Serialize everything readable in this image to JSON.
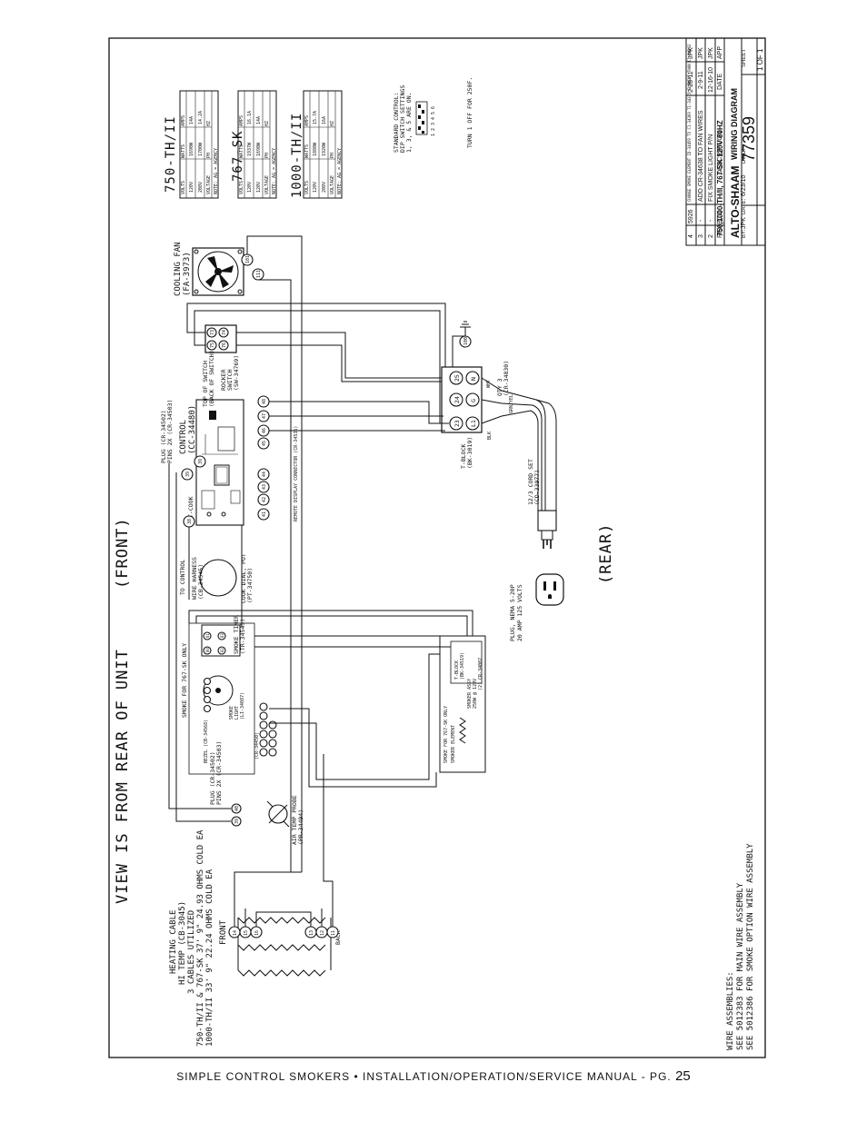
{
  "view_title": "VIEW IS FROM REAR OF UNIT",
  "front_label": "(FRONT)",
  "rear_label": "(REAR)",
  "heating_cable": {
    "lines": [
      "HEATING CABLE",
      "HI TEMP (CB-3045)",
      "3 CABLES UTILIZED",
      "750-TH/II & 767-SK 37' 9\" 24.93 OHMS COLD EA",
      "1000-TH/II 33' 9\" 22.24 OHMS COLD EA"
    ],
    "front": "FRONT",
    "back": "BACK",
    "front_terminals": [
      "14",
      "15",
      "16"
    ],
    "back_terminals": [
      "13",
      "12",
      "11"
    ]
  },
  "cooling_fan": {
    "lines": [
      "COOLING FAN",
      "(FA-3973)"
    ],
    "terminals": [
      "101",
      "111"
    ]
  },
  "ground_terminal": "100",
  "control": {
    "lines": [
      "CONTROL",
      "(CC-34480)"
    ],
    "plug_lines": [
      "PLUG (CR-34502)",
      "PINS 2X (CR-34503)"
    ],
    "terminals_top": [
      "39",
      "39"
    ],
    "terminals_side": [
      "38"
    ],
    "terminals_lower": [
      "41",
      "42",
      "43",
      "44"
    ],
    "terminals_right": [
      "45",
      "46",
      "47",
      "48"
    ],
    "cook_probe_label": "T-COOK",
    "remote_label": "REMOTE DISPLAY CONNECTOR (CR-34535)"
  },
  "rocker_switch": {
    "top_lines": [
      "TOP OF SWITCH",
      "(BACK OF SWITCH)"
    ],
    "lines": [
      "ROCKER",
      "SWITCH",
      "(SW-34769)"
    ],
    "terminals": [
      "73",
      "74",
      "75",
      "76"
    ]
  },
  "t_block": {
    "lines": [
      "T-BLOCK",
      "(BK-3019)"
    ],
    "terminals": [
      "23",
      "24",
      "25"
    ],
    "letters": [
      "L1",
      "G",
      "N"
    ],
    "qty_lines": [
      "QTY 3",
      "(CR-34830)"
    ],
    "wht": "WHT",
    "grn": "GRN/YEL",
    "blk": "BLK"
  },
  "cord_set": {
    "lines": [
      "12/3 CORD SET",
      "(CD-33977)"
    ]
  },
  "plug": {
    "lines": [
      "PLUG, NEMA 5-20P",
      "20 AMP 125 VOLTS"
    ]
  },
  "wire_harness": {
    "lines": [
      "WIRE HARNESS",
      "(CB-34545)"
    ],
    "to_control": "TO CONTROL"
  },
  "cook_dial": {
    "lines": [
      "COOK DIAL, POT",
      "(PT-34750)"
    ]
  },
  "smoke_timer": {
    "header": "SMOKE FOR 767-SK ONLY",
    "timer_lines": [
      "SMOKE TIMER",
      "(TR-34545)"
    ],
    "terminals": [
      "80",
      "81",
      "82",
      "83"
    ],
    "light_lines": [
      "SMOKE",
      "LIGHT",
      "(LI-34087)"
    ],
    "bezel_lines": [
      "BEZEL (CB-34568)"
    ],
    "plug_lines": [
      "(CR-34450)"
    ]
  },
  "smoker_heater": {
    "header": "SMOKE FOR 767-SK ONLY",
    "lines": [
      "SMOKER ELEMENT",
      "SMOKER ASSY",
      "250W @ 120V"
    ],
    "tblock": [
      "T-BLOCK",
      "(BK-34519)"
    ],
    "conn": "(2) CR-34007"
  },
  "air_probe": {
    "plug_lines": [
      "PLUG (CR-34502)",
      "PINS 2X (CR-34503)"
    ],
    "terminals": [
      "39",
      "40"
    ],
    "lines": [
      "AIR TEMP PROBE",
      "(PR-34494)"
    ]
  },
  "dip": {
    "lines": [
      "STANDARD CONTROL:",
      "DIP SWITCH SETTINGS",
      "1, 3, & 5 ARE ON."
    ],
    "note": "TURN 1 OFF FOR 250F.",
    "nums": [
      "1",
      "2",
      "3",
      "4",
      "5",
      "6"
    ]
  },
  "spec_tables": [
    {
      "title": "750-TH/II",
      "headers": [
        "VOLTS",
        "WATTS",
        "AMPS"
      ],
      "rows": [
        [
          "120V",
          "1690W",
          "14A"
        ],
        [
          "208V",
          "1700W",
          "14.2A"
        ]
      ],
      "note": "NOTE: AG = AGENCY",
      "foot": [
        "VOLTAGE",
        "PH",
        "HZ"
      ]
    },
    {
      "title": "767-SK",
      "headers": [
        "VOLTS",
        "WATTS",
        "AMPS"
      ],
      "rows": [
        [
          "120V",
          "1937W",
          "16.1A"
        ],
        [
          "120V",
          "1690W",
          "14A"
        ]
      ],
      "note": "NOTE: AG = AGENCY",
      "foot": [
        "VOLTAGE",
        "PH",
        "HZ"
      ]
    },
    {
      "title": "1000-TH/II",
      "headers": [
        "VOLTS",
        "WATTS",
        "AMPS"
      ],
      "rows": [
        [
          "120V",
          "1880W",
          "15.7A"
        ],
        [
          "208V",
          "1920W",
          "16A"
        ]
      ],
      "note": "NOTE: AG = AGENCY",
      "foot": [
        "VOLTAGE",
        "PH",
        "HZ"
      ]
    }
  ],
  "wire_assemblies": {
    "heading": "WIRE ASSEMBLIES:",
    "lines": [
      "SEE 5012383 FOR MAIN WIRE ASSEMBLY",
      "SEE 5012386 FOR SMOKE OPTION WIRE ASSEMBLY"
    ]
  },
  "title_block": {
    "revisions": [
      {
        "rev": "4",
        "eco": "5926",
        "desc": "CHANGE SMOKE ELEMENT ID-34459 TO C1-34369 T1-34315 ELEMENT THAN C1-34302",
        "date": "2-28-11",
        "app": "JPK"
      },
      {
        "rev": "3",
        "eco": "-",
        "desc": "ADD CR-34638 TO FAN WIRES",
        "date": "2-9-11",
        "app": "JPK"
      },
      {
        "rev": "2",
        "eco": "-",
        "desc": "FIX SMOKE LIGHT P/N",
        "date": "12-16-10",
        "app": "JPK"
      }
    ],
    "headers": {
      "rev": "REV",
      "eco": "ECO",
      "desc": "DESCRIPTION",
      "date": "DATE",
      "app": "APP"
    },
    "model": "750,1000-TH/II, 767-SK 120V 60HZ",
    "brand": "ALTO-SHAAM",
    "drawing_title": "WIRING DIAGRAM",
    "by_label": "BY:",
    "by": "JPK",
    "date_label": "DATE:",
    "date": "6/23/10",
    "dwg_label": "DWG:",
    "dwg": "77359",
    "sheet_label": "SHEET",
    "sheet": "1 OF 1"
  },
  "footer": {
    "text": "SIMPLE CONTROL SMOKERS • INSTALLATION/OPERATION/SERVICE MANUAL - PG.",
    "page": "25"
  }
}
